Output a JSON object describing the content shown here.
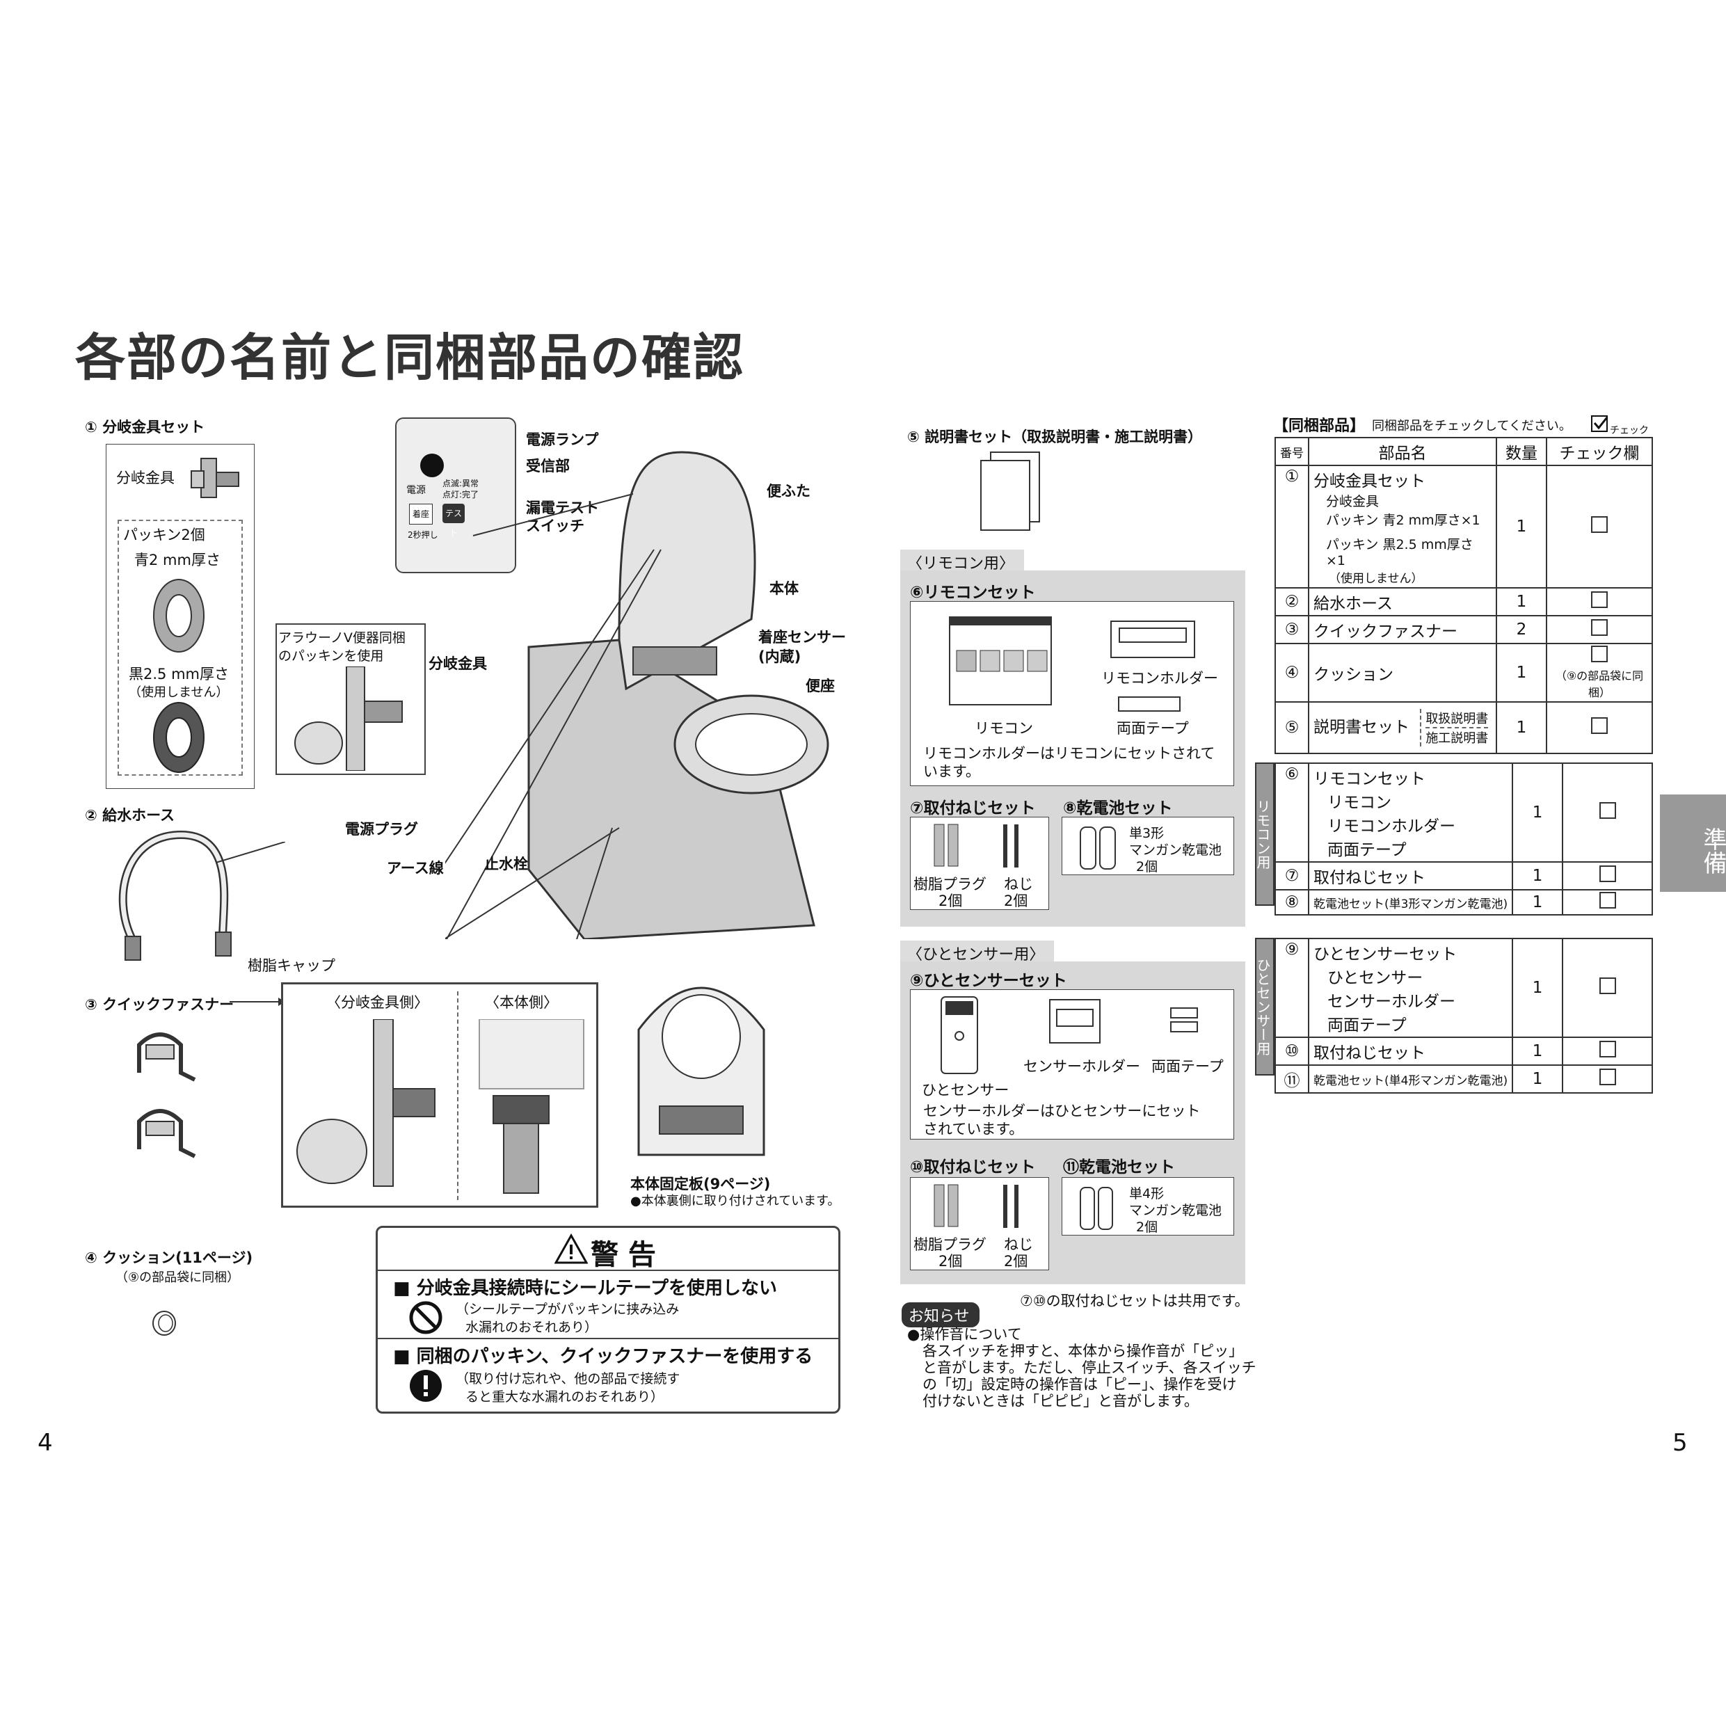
{
  "title": "各部の名前と同梱部品の確認",
  "left": {
    "item1_label": "① 分岐金具セット",
    "item1_part": "分岐金具",
    "packing_title": "パッキン2個",
    "packing_blue": "青2 mm厚さ",
    "packing_black": "黒2.5 mm厚さ",
    "packing_black_note": "（使用しません）",
    "item2_label": "② 給水ホース",
    "item3_label": "③ クイックファスナー",
    "item4_label": "④ クッション(11ページ)",
    "item4_note": "（⑨の部品袋に同梱）",
    "callout_power_lamp": "電源ランプ",
    "callout_receiver": "受信部",
    "callout_leak_test": "漏電テスト",
    "callout_switch": "スイッチ",
    "callout_lid": "便ふた",
    "callout_body": "本体",
    "callout_seat_sensor": "着座センサー",
    "callout_seat_sensor_note": "(内蔵)",
    "callout_seat": "便座",
    "callout_branch": "分岐金具",
    "callout_power_plug": "電源プラグ",
    "callout_earth": "アース線",
    "callout_valve": "止水栓",
    "callout_resin_cap": "樹脂キャップ",
    "aurora_note_1": "アラウーノV便器同梱",
    "aurora_note_2": "のパッキンを使用",
    "panel_power": "電源",
    "panel_light1": "点滅:異常",
    "panel_light2": "点灯:完了",
    "panel_seat": "着座",
    "panel_test": "テスト",
    "panel_hold": "2秒押し",
    "detail_branch_side": "〈分岐金具側〉",
    "detail_body_side": "〈本体側〉",
    "fixing_plate": "本体固定板(9ページ)",
    "fixing_plate_note": "●本体裏側に取り付けされています。",
    "warning_title": "警 告",
    "warning1_head": "■ 分岐金具接続時にシールテープを使用しない",
    "warning1_body_1": "（シールテープがパッキンに挟み込み",
    "warning1_body_2": "水漏れのおそれあり）",
    "warning2_head": "■ 同梱のパッキン、クイックファスナーを使用する",
    "warning2_body_1": "（取り付け忘れや、他の部品で接続す",
    "warning2_body_2": "ると重大な水漏れのおそれあり）",
    "page_number": "4"
  },
  "middle": {
    "item5_label": "⑤ 説明書セット（取扱説明書・施工説明書）",
    "remote_section": "〈リモコン用〉",
    "item6_label": "⑥リモコンセット",
    "remote": "リモコン",
    "remote_holder": "リモコンホルダー",
    "double_tape": "両面テープ",
    "remote_note_1": "リモコンホルダーはリモコンにセットされて",
    "remote_note_2": "います。",
    "item7_label": "⑦取付ねじセット",
    "item8_label": "⑧乾電池セット",
    "resin_plug": "樹脂プラグ",
    "screw": "ねじ",
    "two_pcs": "2個",
    "battery_aa_1": "単3形",
    "battery_aa_2": "マンガン乾電池",
    "battery_count": "2個",
    "sensor_section": "〈ひとセンサー用〉",
    "item9_label": "⑨ひとセンサーセット",
    "human_sensor": "ひとセンサー",
    "sensor_holder": "センサーホルダー",
    "sensor_note_1": "センサーホルダーはひとセンサーにセット",
    "sensor_note_2": "されています。",
    "item10_label": "⑩取付ねじセット",
    "item11_label": "⑪乾電池セット",
    "battery_aaa_1": "単4形",
    "shared_note": "⑦⑩の取付ねじセットは共用です。",
    "notice_tag": "お知らせ",
    "notice_head": "●操作音について",
    "notice_1": "各スイッチを押すと、本体から操作音が「ピッ」",
    "notice_2": "と音がします。ただし、停止スイッチ、各スイッチ",
    "notice_3": "の「切」設定時の操作音は「ピー」、操作を受け",
    "notice_4": "付けないときは「ピピピ」と音がします。"
  },
  "right": {
    "header_title": "【同梱部品】",
    "header_note": "同梱部品をチェックしてください。",
    "check_label": "チェック",
    "col_no": "番号",
    "col_name": "部品名",
    "col_qty": "数量",
    "col_check": "チェック欄",
    "r1_no": "①",
    "r1_name": "分岐金具セット",
    "r1_sub1": "分岐金具",
    "r1_sub2": "パッキン 青2 mm厚さ×1",
    "r1_sub3": "パッキン 黒2.5 mm厚さ×1",
    "r1_sub4": "（使用しません）",
    "r1_qty": "1",
    "r2_no": "②",
    "r2_name": "給水ホース",
    "r2_qty": "1",
    "r3_no": "③",
    "r3_name": "クイックファスナー",
    "r3_qty": "2",
    "r4_no": "④",
    "r4_name": "クッション",
    "r4_qty": "1",
    "r4_note": "（⑨の部品袋に同梱）",
    "r5_no": "⑤",
    "r5_name": "説明書セット",
    "r5_sub1": "取扱説明書",
    "r5_sub2": "施工説明書",
    "r5_qty": "1",
    "remote_side": "リモコン用",
    "r6_no": "⑥",
    "r6_name": "リモコンセット",
    "r6_sub1": "リモコン",
    "r6_sub2": "リモコンホルダー",
    "r6_sub3": "両面テープ",
    "r6_qty": "1",
    "r7_no": "⑦",
    "r7_name": "取付ねじセット",
    "r7_qty": "1",
    "r8_no": "⑧",
    "r8_name": "乾電池セット(単3形マンガン乾電池)",
    "r8_qty": "1",
    "sensor_side": "ひとセンサー用",
    "r9_no": "⑨",
    "r9_name": "ひとセンサーセット",
    "r9_sub1": "ひとセンサー",
    "r9_sub2": "センサーホルダー",
    "r9_sub3": "両面テープ",
    "r9_qty": "1",
    "r10_no": "⑩",
    "r10_name": "取付ねじセット",
    "r10_qty": "1",
    "r11_no": "⑪",
    "r11_name": "乾電池セット(単4形マンガン乾電池)",
    "r11_qty": "1",
    "tab": "準備",
    "page_number": "5"
  }
}
